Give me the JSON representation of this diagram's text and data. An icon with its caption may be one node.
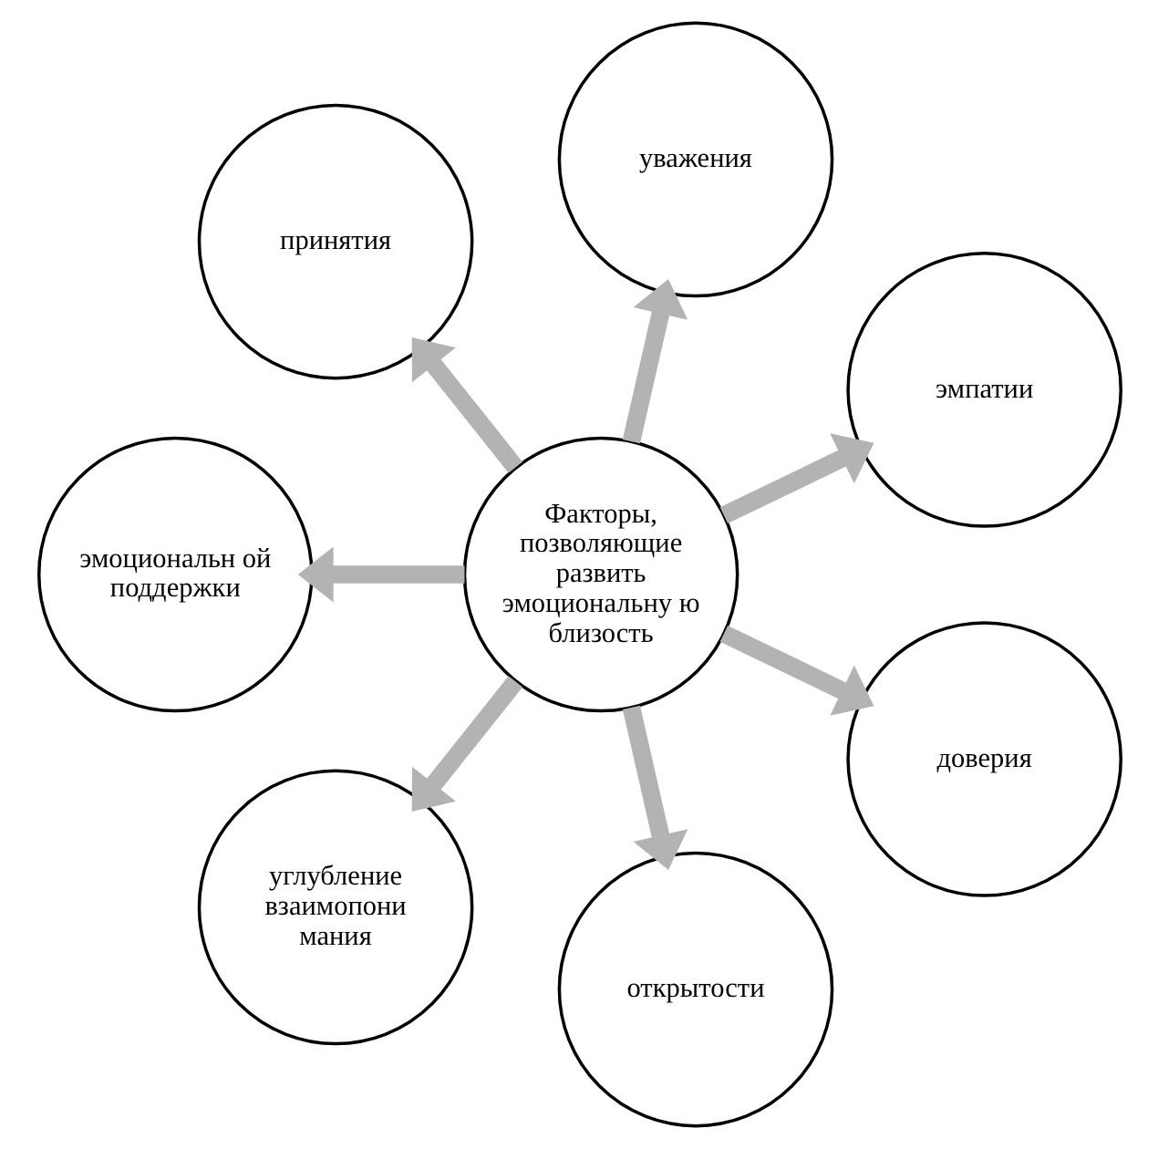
{
  "diagram": {
    "nodes": [
      {
        "text": [
          "Факторы, позволяющие развить эмоциональну ю близость"
        ]
      },
      {
        "text": [
          "эмпатии"
        ]
      },
      {
        "text": [
          "уважения"
        ]
      },
      {
        "text": [
          "принятия"
        ]
      },
      {
        "text": [
          "эмоциональн ой поддержки"
        ]
      },
      {
        "text": [
          "углубление взаимопони мания"
        ]
      },
      {
        "text": [
          "открытости"
        ]
      },
      {
        "text": [
          "доверия"
        ]
      }
    ],
    "edges": [
      {
        "from": 0,
        "to": 1,
        "arrow": "to"
      },
      {
        "from": 0,
        "to": 2,
        "arrow": "to"
      },
      {
        "from": 0,
        "to": 3,
        "arrow": "to"
      },
      {
        "from": 0,
        "to": 4,
        "arrow": "to"
      },
      {
        "from": 0,
        "to": 5,
        "arrow": "to"
      },
      {
        "from": 0,
        "to": 6,
        "arrow": "to"
      },
      {
        "from": 0,
        "to": 7,
        "arrow": "to"
      }
    ]
  }
}
